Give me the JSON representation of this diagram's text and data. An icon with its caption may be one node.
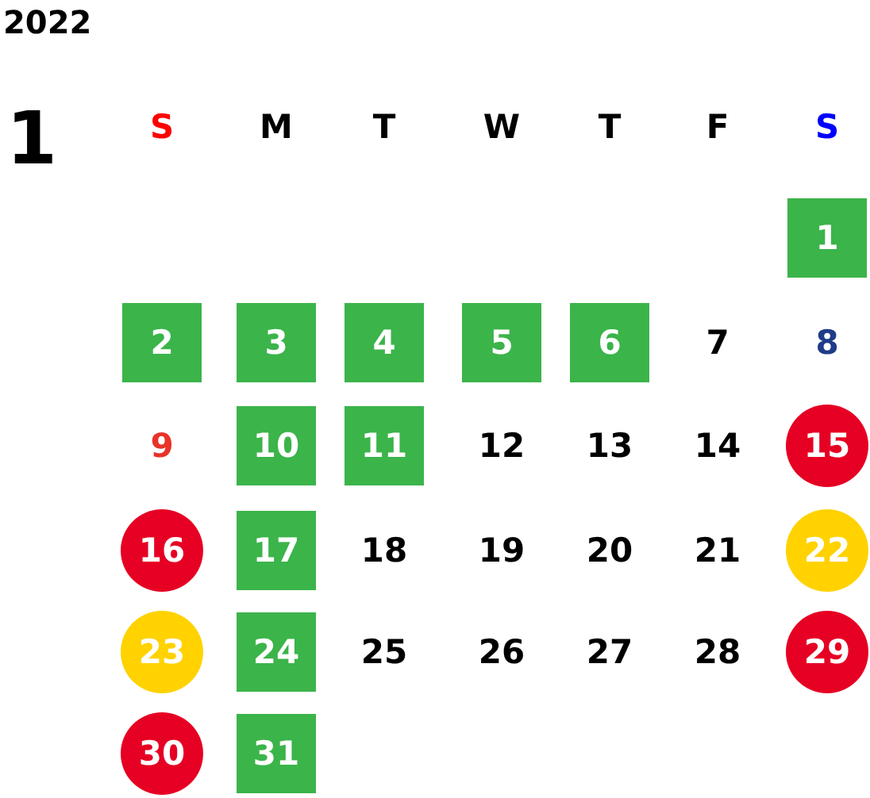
{
  "diagram": {
    "nodes": [
      {
        "text": [
          "1"
        ]
      },
      {
        "text": [
          "2"
        ]
      },
      {
        "text": [
          "3"
        ]
      },
      {
        "text": [
          "4"
        ]
      },
      {
        "text": [
          "5"
        ]
      },
      {
        "text": [
          "6"
        ]
      },
      {
        "text": [
          "10"
        ]
      },
      {
        "text": [
          "11"
        ]
      },
      {
        "text": [
          "15"
        ]
      },
      {
        "text": [
          "16"
        ]
      },
      {
        "text": [
          "17"
        ]
      },
      {
        "text": [
          "22"
        ]
      },
      {
        "text": [
          "23"
        ]
      },
      {
        "text": [
          "24"
        ]
      },
      {
        "text": [
          "29"
        ]
      },
      {
        "text": [
          "30"
        ]
      },
      {
        "text": [
          "31"
        ]
      }
    ],
    "labels": [
      "2022",
      "1",
      "S",
      "M",
      "T",
      "W",
      "T",
      "F",
      "S",
      "7",
      "8",
      "9",
      "12",
      "13",
      "14",
      "18",
      "19",
      "20",
      "21",
      "25",
      "26",
      "27",
      "28"
    ]
  }
}
